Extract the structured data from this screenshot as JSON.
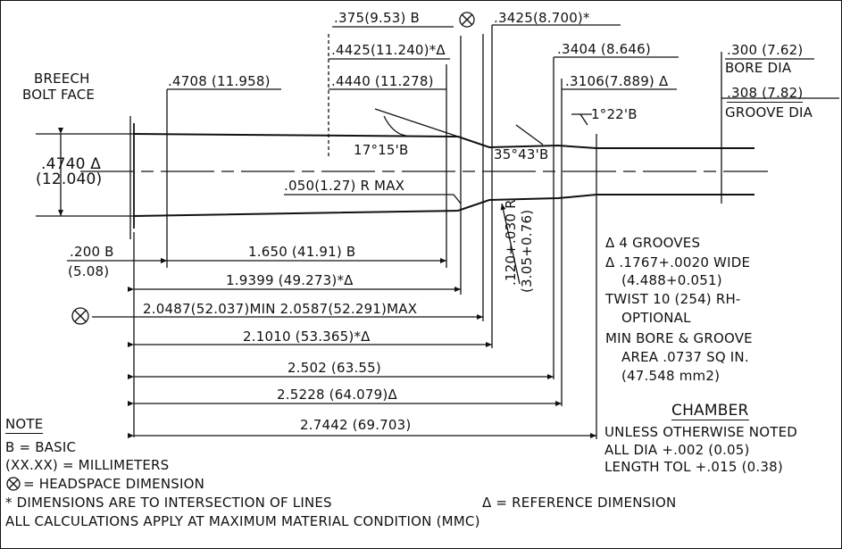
{
  "dims": {
    "d375": ".375(9.53) B",
    "d3425": ".3425(8.700)*",
    "d4425": ".4425(11.240)*Δ",
    "d3404": ".3404 (8.646)",
    "d4440": ".4440 (11.278)",
    "d3106": ".3106(7.889) Δ",
    "d4708": ".4708 (11.958)",
    "bore": ".300 (7.62)",
    "bore_label": "BORE DIA",
    "groove": ".308 (7.82)",
    "groove_label": "GROOVE DIA",
    "breech_1": "BREECH",
    "breech_2": "BOLT FACE",
    "angle1": "17°15'B",
    "angle2": "35°43'B",
    "angle3": "1°22'B",
    "d4740": ".4740 Δ",
    "d4740mm": "(12.040)",
    "radius": ".050(1.27) R MAX",
    "d200": ".200 B",
    "d200mm": "(5.08)",
    "d1650": "1.650 (41.91) B",
    "d19399": "1.9399 (49.273)*Δ",
    "d2048": "2.0487(52.037)MIN 2.0587(52.291)MAX",
    "d2101": "2.1010 (53.365)*Δ",
    "d2502": "2.502 (63.55)",
    "d25228": "2.5228 (64.079)Δ",
    "d27442": "2.7442 (69.703)",
    "r120": ".120+.030 R",
    "r120mm": "(3.05+0.76)"
  },
  "specs": {
    "grooves": "Δ 4 GROOVES",
    "wide": "Δ .1767+.0020 WIDE",
    "wide_mm": "(4.488+0.051)",
    "twist1": "TWIST 10 (254) RH-",
    "twist2": "OPTIONAL",
    "area1": "MIN BORE & GROOVE",
    "area2": "AREA .0737 SQ IN.",
    "area3": "(47.548 mm2)"
  },
  "chamber": {
    "title": "CHAMBER",
    "line1": "UNLESS OTHERWISE NOTED",
    "line2": "ALL DIA +.002 (0.05)",
    "line3": "LENGTH TOL +.015 (0.38)"
  },
  "notes": {
    "title": "NOTE",
    "basic": "B = BASIC",
    "mm": "(XX.XX) = MILLIMETERS",
    "headspace": "= HEADSPACE DIMENSION",
    "star": "* DIMENSIONS ARE TO INTERSECTION OF LINES",
    "ref": "Δ = REFERENCE DIMENSION",
    "mmc": "ALL CALCULATIONS APPLY AT MAXIMUM MATERIAL CONDITION (MMC)"
  }
}
